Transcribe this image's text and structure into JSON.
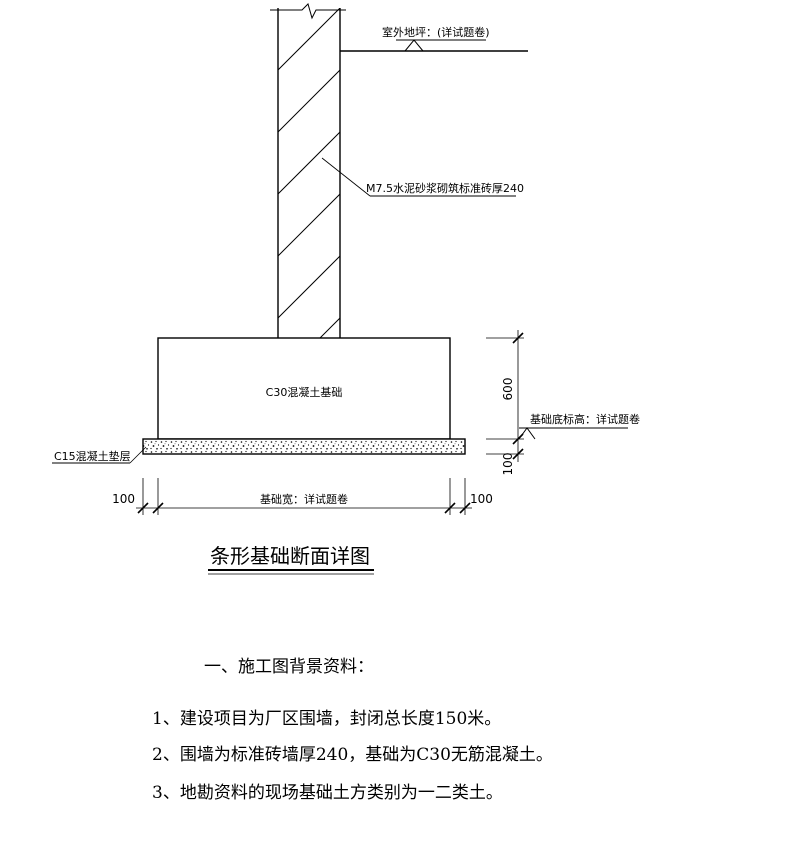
{
  "drawing": {
    "ground_label": "室外地坪：(详试题卷)",
    "wall_label": "M7.5水泥砂浆砌筑标准砖厚240",
    "footing_label": "C30混凝土基础",
    "cushion_label": "C15混凝土垫层",
    "bottom_elev_label": "基础底标高：详试题卷",
    "width_label": "基础宽：详试题卷",
    "dim_left": "100",
    "dim_right": "100",
    "dim_footing_height": "600",
    "dim_cushion_height": "100",
    "title": "条形基础断面详图"
  },
  "notes": {
    "heading": "一、施工图背景资料：",
    "items": [
      "1、建设项目为厂区围墙，封闭总长度150米。",
      "2、围墙为标准砖墙厚240，基础为C30无筋混凝土。",
      "3、地勘资料的现场基础土方类别为一二类土。"
    ]
  }
}
